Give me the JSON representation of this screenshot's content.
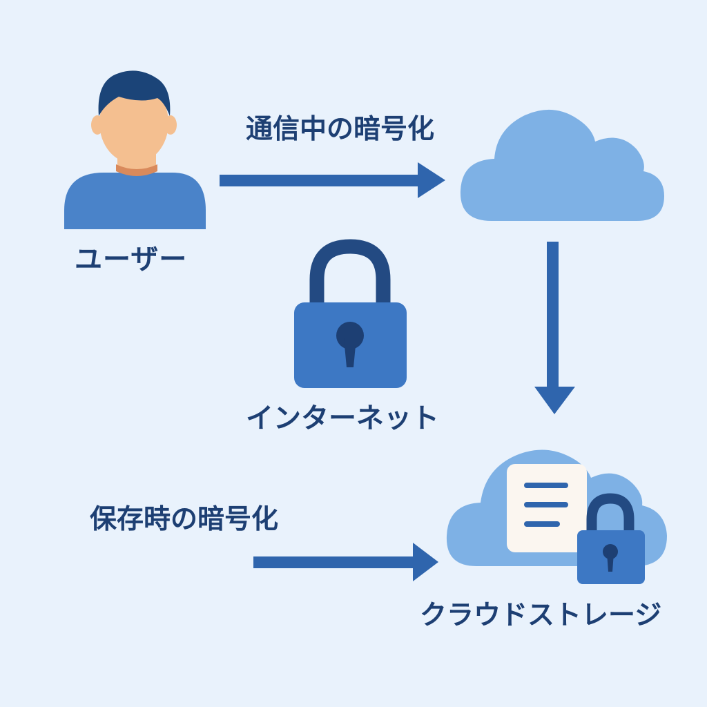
{
  "nodes": {
    "user": {
      "label": "ユーザー"
    },
    "internet": {
      "label": "インターネット"
    },
    "storage": {
      "label": "クラウドストレージ"
    }
  },
  "edges": {
    "in_transit": {
      "label": "通信中の暗号化"
    },
    "at_rest": {
      "label": "保存時の暗号化"
    }
  },
  "colors": {
    "background": "#e9f2fc",
    "text": "#1d3f73",
    "arrow": "#2f65ad",
    "cloud": "#7eb1e5",
    "lock_body": "#3d78c4",
    "lock_shackle": "#234a82",
    "user_shirt": "#4a83c9",
    "user_hair": "#1b4478",
    "user_skin": "#f4bf90",
    "document": "#fbf6f0"
  }
}
